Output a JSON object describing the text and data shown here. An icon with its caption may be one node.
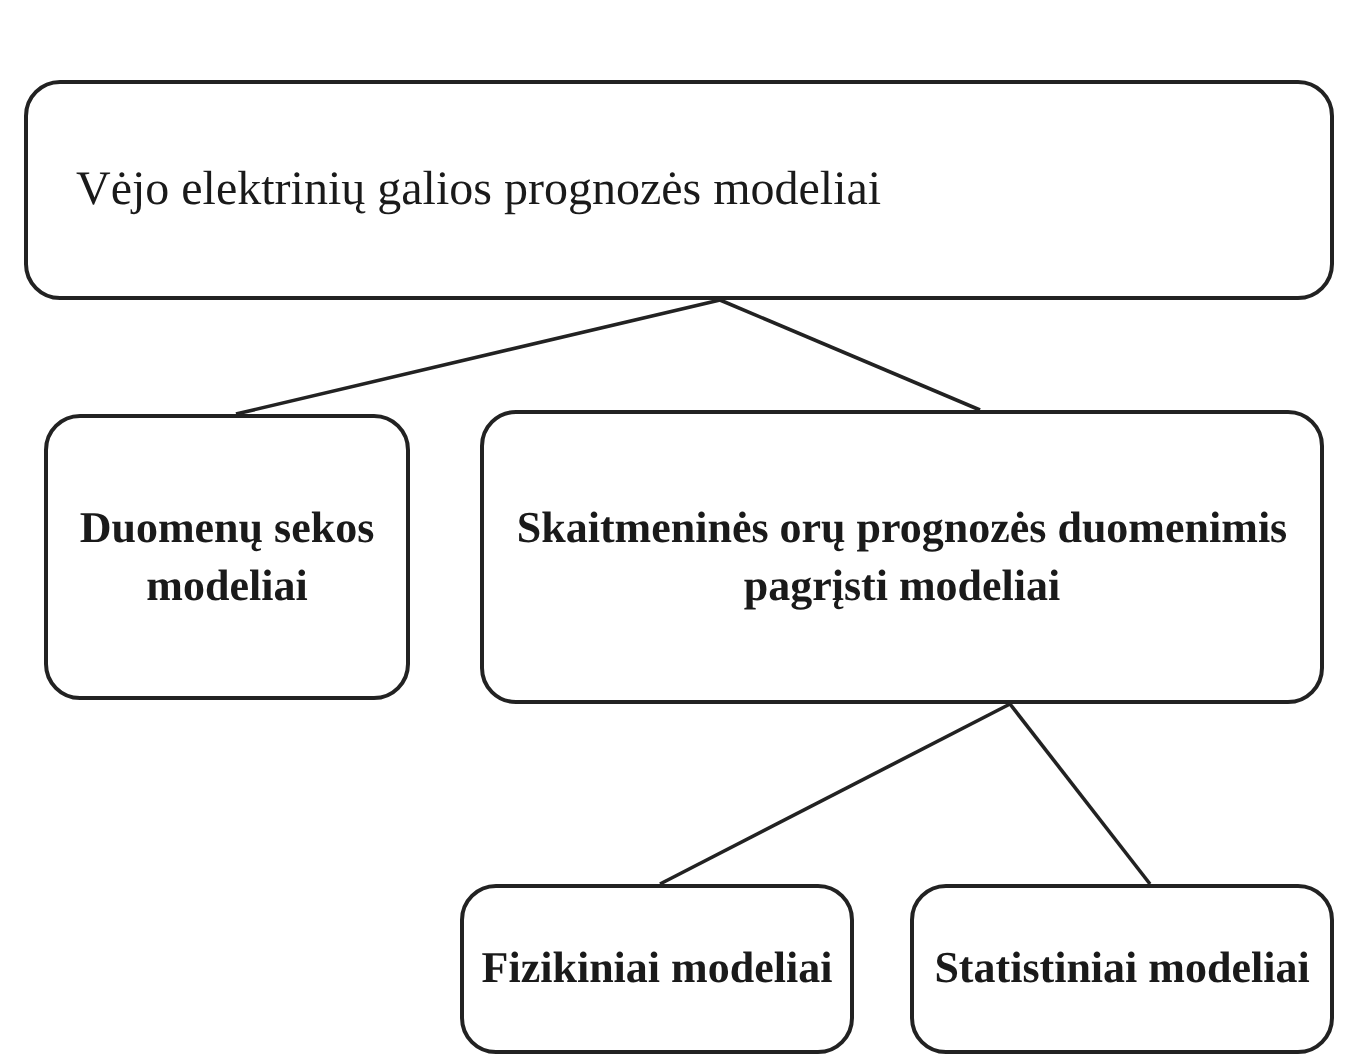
{
  "diagram": {
    "nodes": [
      {
        "text": [
          "Vėjo elektrinių galios prognozės modeliai"
        ]
      },
      {
        "text": [
          "Duomenų sekos modeliai"
        ]
      },
      {
        "text": [
          "Skaitmeninės orų prognozės duomenimis pagrįsti modeliai"
        ]
      },
      {
        "text": [
          "Fizikiniai modeliai"
        ]
      },
      {
        "text": [
          "Statistiniai modeliai"
        ]
      }
    ],
    "edges": [
      {
        "from": 0,
        "to": 1,
        "arrow": "none"
      },
      {
        "from": 0,
        "to": 2,
        "arrow": "none"
      },
      {
        "from": 2,
        "to": 3,
        "arrow": "none"
      },
      {
        "from": 2,
        "to": 4,
        "arrow": "none"
      }
    ]
  }
}
